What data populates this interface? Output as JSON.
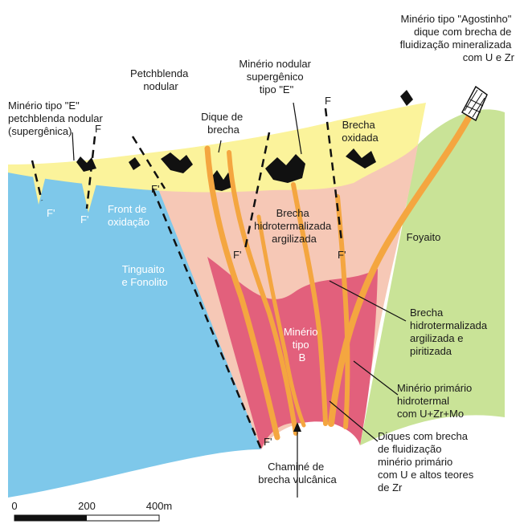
{
  "labels": {
    "agostinho": [
      "Minério tipo \"Agostinho\"",
      "dique com brecha de",
      "fluidização mineralizada",
      "com U e Zr"
    ],
    "tipo_e_supergenica": [
      "Minério tipo \"E\"",
      "petchblenda nodular",
      "(supergênica)"
    ],
    "petchblenda_nodular": [
      "Petchblenda",
      "nodular"
    ],
    "nodular_supergenico": [
      "Minério nodular",
      "supergênico",
      "tipo \"E\""
    ],
    "dique_brecha": [
      "Dique de",
      "brecha"
    ],
    "brecha_oxidada": [
      "Brecha",
      "oxidada"
    ],
    "front_oxidacao": [
      "Front de",
      "oxidação"
    ],
    "brecha_hidro_argilizada": [
      "Brecha",
      "hidrotermalizada",
      "argilizada"
    ],
    "foyaito": [
      "Foyaito"
    ],
    "tinguaito": [
      "Tinguaito",
      "e Fonolito"
    ],
    "minerio_tipo_b": [
      "Minério",
      "tipo",
      "B"
    ],
    "brecha_piritizada": [
      "Brecha",
      "hidrotermalizada",
      "argilizada e",
      "piritizada"
    ],
    "minerio_primario": [
      "Minério primário",
      "hidrotermal",
      "com U+Zr+Mo"
    ],
    "diques_fluidizacao": [
      "Diques com brecha",
      "de fluidização",
      "minério primário",
      "com U e altos teores",
      "de Zr"
    ],
    "chamine": [
      "Chaminé de",
      "brecha vulcânica"
    ],
    "faults": [
      "F",
      "F",
      "F'",
      "F'",
      "F'",
      "F'",
      "F'",
      "F'"
    ]
  },
  "scale_bar": {
    "ticks": [
      "0",
      "200",
      "400m"
    ]
  },
  "colors": {
    "tinguaito": "#7ec8ea",
    "oxidized_breccia": "#fbf39b",
    "argillized_breccia": "#f6c8b6",
    "primary_ore": "#e2607c",
    "foyaito": "#c9e397",
    "dikes": "#f4a640",
    "nodules": "#111111",
    "chimney": "#ffffff"
  }
}
